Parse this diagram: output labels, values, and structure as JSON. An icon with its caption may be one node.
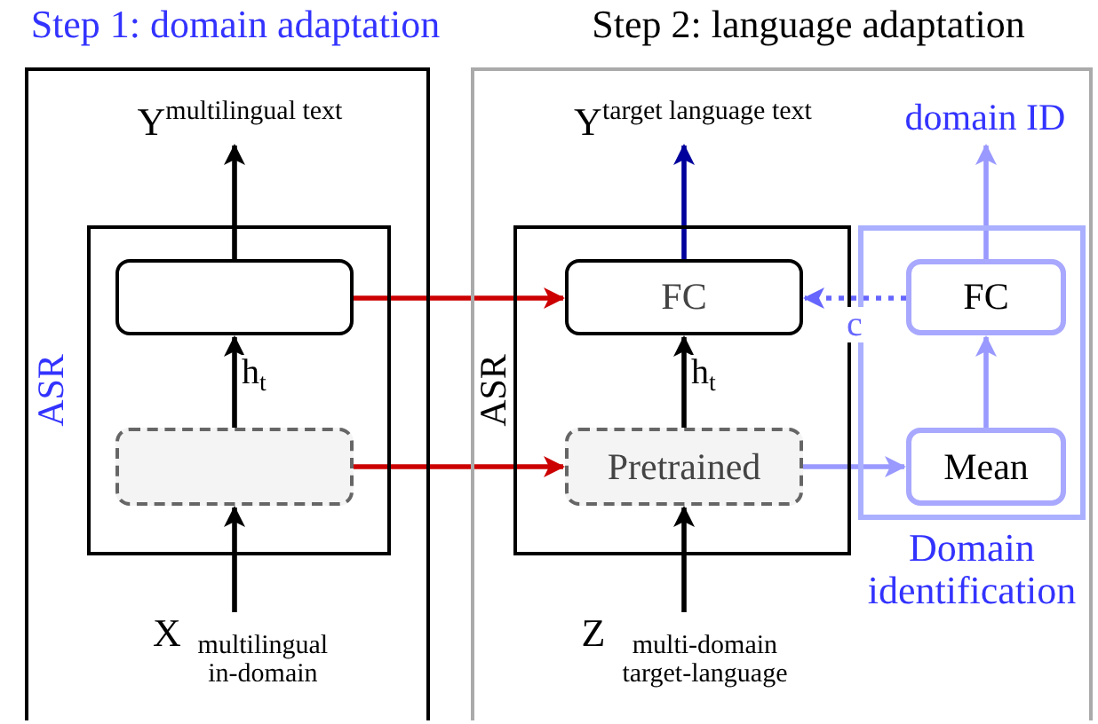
{
  "diagram": {
    "nodes": [
      {
        "text": [
          "Step 1: domain adaptation"
        ]
      },
      {
        "text": [
          "Y$^{multilingual text}$"
        ],
        "in": 0
      },
      {
        "text": [
          "ASR"
        ],
        "in": 0
      },
      {
        "text": [],
        "shape": "box",
        "in": 2
      },
      {
        "text": [],
        "shape": "box",
        "in": 2
      },
      {
        "text": [
          "X$_{multilingual in-domain}$"
        ],
        "in": 0
      },
      {
        "text": [
          "Step 2: language adaptation"
        ]
      },
      {
        "text": [
          "Y$^{target language text}$"
        ],
        "in": 6
      },
      {
        "text": [
          "domain ID"
        ],
        "in": 6
      },
      {
        "text": [
          "ASR"
        ],
        "in": 6
      },
      {
        "text": [
          "FC"
        ],
        "in": 9
      },
      {
        "text": [
          "Pretrained"
        ],
        "in": 9
      },
      {
        "text": [
          "Domain identification"
        ],
        "in": 6
      },
      {
        "text": [
          "FC"
        ],
        "in": 12
      },
      {
        "text": [
          "Mean"
        ],
        "in": 12
      },
      {
        "text": [
          "Z$_{multi-domain target-language}$"
        ],
        "in": 6
      }
    ],
    "edges": [
      {
        "from": 5,
        "to": 4,
        "arrow": "to"
      },
      {
        "from": 4,
        "to": 3,
        "arrow": "to",
        "label": "h$_{t}$"
      },
      {
        "from": 3,
        "to": 1,
        "arrow": "to"
      },
      {
        "from": 3,
        "to": 10,
        "arrow": "to",
        "color": "#cc0000"
      },
      {
        "from": 4,
        "to": 11,
        "arrow": "to",
        "color": "#cc0000"
      },
      {
        "from": 15,
        "to": 11,
        "arrow": "to"
      },
      {
        "from": 11,
        "to": 10,
        "arrow": "to",
        "label": "h$_{t}$"
      },
      {
        "from": 10,
        "to": 7,
        "arrow": "to",
        "color": "#00009c"
      },
      {
        "from": 11,
        "to": 14,
        "arrow": "to",
        "color": "#9999ff"
      },
      {
        "from": 14,
        "to": 13,
        "arrow": "to",
        "color": "#9999ff"
      },
      {
        "from": 13,
        "to": 8,
        "arrow": "to",
        "color": "#9999ff"
      },
      {
        "from": 13,
        "to": 10,
        "arrow": "to",
        "style": "dashed",
        "color": "#6666ff",
        "label": "c"
      }
    ]
  }
}
